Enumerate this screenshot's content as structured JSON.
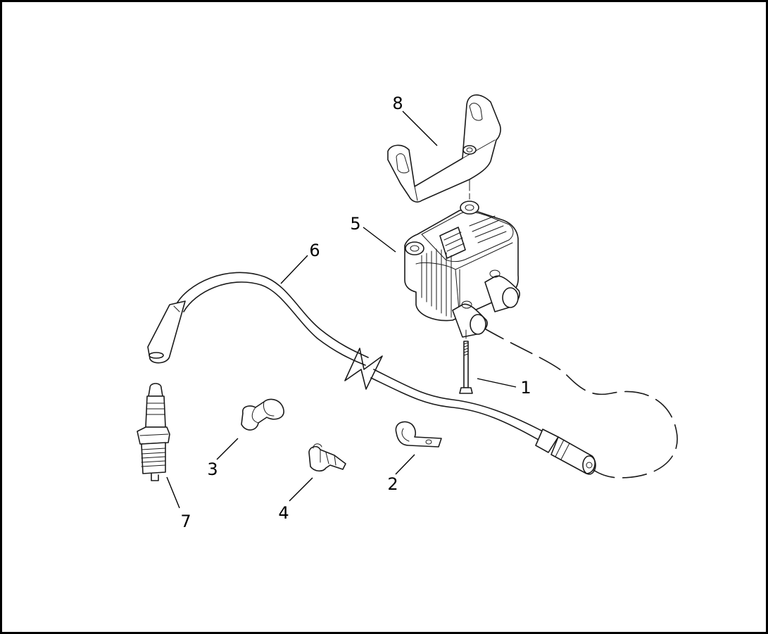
{
  "callouts": {
    "c1": "1",
    "c2": "2",
    "c3": "3",
    "c4": "4",
    "c5": "5",
    "c6": "6",
    "c7": "7",
    "c8": "8"
  },
  "colors": {
    "line": "#1a1a1a",
    "background": "#ffffff",
    "border": "#000000"
  }
}
